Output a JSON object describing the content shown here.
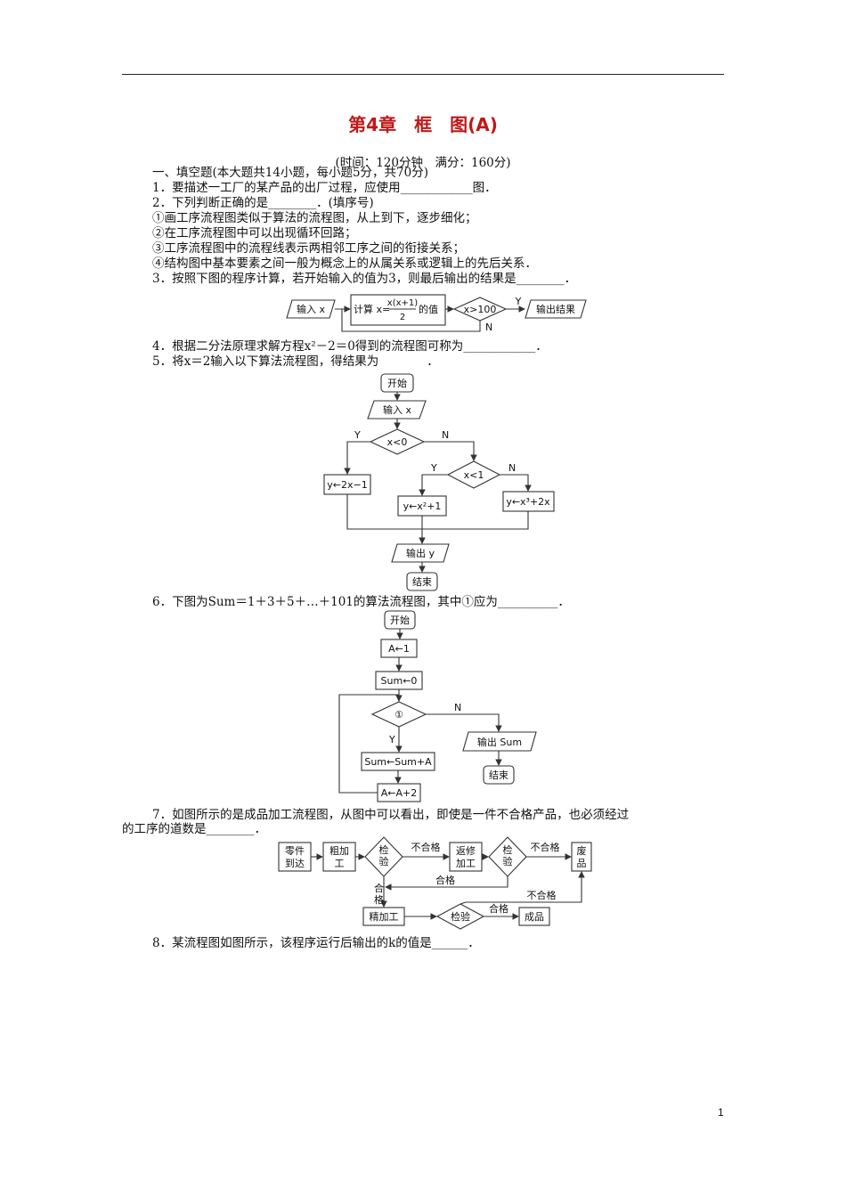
{
  "header": {
    "title": "第4章　框　图(A)",
    "subtitle": "(时间：120分钟　满分：160分)"
  },
  "lines": {
    "l0": "一、填空题(本大题共14小题，每小题5分，共70分)",
    "l1": "1．要描述一工厂的某产品的出厂过程，应使用____________图．",
    "l2": "2．下列判断正确的是________．(填序号)",
    "l3": "①画工序流程图类似于算法的流程图，从上到下，逐步细化；",
    "l4": "②在工序流程图中可以出现循环回路；",
    "l5": "③工序流程图中的流程线表示两相邻工序之间的衔接关系；",
    "l6": "④结构图中基本要素之间一般为概念上的从属关系或逻辑上的先后关系．",
    "l7": "3．按照下图的程序计算，若开始输入的值为3，则最后输出的结果是________．",
    "l8": "4．根据二分法原理求解方程x²－2＝0得到的流程图可称为____________．",
    "l9": "5．将x＝2输入以下算法流程图，得结果为　　　　．",
    "l10": "6．下图为Sum＝1＋3＋5＋…＋101的算法流程图，其中①应为__________．",
    "l11": "7．如图所示的是成品加工流程图，从图中可以看出，即使是一件不合格产品，也必须经过",
    "l12": "的工序的道数是________．",
    "l13": "8．某流程图如图所示，该程序运行后输出的k的值是______．"
  },
  "fig3": {
    "input": "输入 x",
    "compute_prefix": "计算 x=",
    "numerator": "x(x+1)",
    "denominator": "2",
    "compute_suffix": "的值",
    "condition": "x>100",
    "yes": "Y",
    "no": "N",
    "output": "输出结果"
  },
  "fig5": {
    "start": "开始",
    "input": "输入 x",
    "cond1": "x<0",
    "cond2": "x<1",
    "y1": "Y",
    "n1": "N",
    "y2": "Y",
    "n2": "N",
    "assign1": "y←2x−1",
    "assign2": "y←x²+1",
    "assign3": "y←x³+2x",
    "output": "输出 y",
    "end": "结束"
  },
  "fig6": {
    "start": "开始",
    "init_a": "A←1",
    "init_sum": "Sum←0",
    "cond": "①",
    "no": "N",
    "yes": "Y",
    "output": "输出 Sum",
    "end": "结束",
    "update_sum": "Sum←Sum+A",
    "update_a": "A←A+2"
  },
  "fig7": {
    "arrive1": "零件",
    "arrive2": "到达",
    "rough1": "粗加",
    "rough2": "工",
    "check_a": "检",
    "check_b": "验",
    "fail1": "不合格",
    "rework1": "返修",
    "rework2": "加工",
    "fail2": "不合格",
    "scrap1": "废",
    "scrap2": "品",
    "pass_a": "合",
    "pass_b": "格",
    "pass_mid": "合格",
    "fail3": "不合格",
    "fine": "精加工",
    "check3": "检验",
    "pass3": "合格",
    "product": "成品"
  },
  "page_number": "1"
}
